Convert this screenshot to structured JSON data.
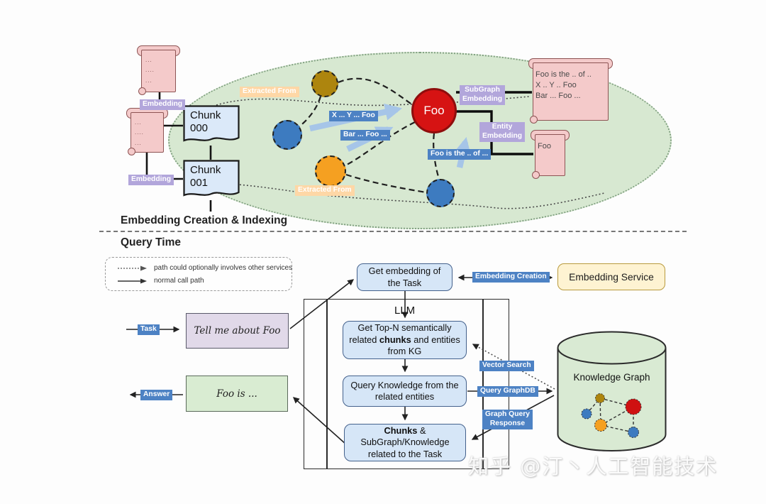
{
  "section_top": {
    "heading": "Embedding Creation & Indexing",
    "source_doc_1_lines": "...\n....\n...",
    "source_doc_2_lines": "...\n....\n...",
    "embedding_label_1": "Embedding",
    "embedding_label_2": "Embedding",
    "chunk_1": "Chunk\n000",
    "chunk_2": "Chunk\n001",
    "extracted_from_1": "Extracted From",
    "extracted_from_2": "Extracted From",
    "edge_label_1": "X ... Y ... Foo",
    "edge_label_2": "Bar ... Foo ...",
    "edge_label_3": "Foo is the .. of ...",
    "foo_node": "Foo",
    "subgraph_embedding": "SubGraph\nEmbedding",
    "entity_embedding": "Entity\nEmbedding",
    "result_doc_1": "Foo is the .. of ..\nX .. Y .. Foo\nBar ... Foo ...",
    "result_doc_2": "Foo"
  },
  "section_query": {
    "heading": "Query Time",
    "legend": {
      "optional_path": "path could optionally involves other services",
      "normal_path": "normal call path"
    },
    "task_label": "Task",
    "task_text": "Tell me about Foo",
    "answer_label": "Answer",
    "answer_text": "Foo is ...",
    "get_embedding": "Get embedding of the Task",
    "embedding_creation": "Embedding Creation",
    "embedding_service": "Embedding Service",
    "llm": "LLM",
    "step1": {
      "pre": "Get Top-N semantically related ",
      "bold": "chunks",
      "post": " and entities from KG"
    },
    "step2": "Query Knowledge from the related entities",
    "step3": {
      "bold": "Chunks",
      "post": " & SubGraph/Knowledge related to the Task"
    },
    "vector_search": "Vector Search",
    "query_graphdb": "Query GraphDB",
    "graph_query_response": "Graph Query\nResponse",
    "knowledge_graph": "Knowledge Graph"
  },
  "watermark": "知乎 @汀丶人工智能技术",
  "colors": {
    "node_red": "#d61313",
    "node_blue": "#3d7bc0",
    "node_orange": "#f5a021",
    "node_olive": "#ad850e",
    "label_blue": "#4d82c4",
    "label_purple": "#b2a6db",
    "label_orange": "#fed7a6",
    "box_blue": "#d6e6f7",
    "box_green": "#d9ecd2",
    "box_lavender": "#e1d9e9",
    "box_cream": "#fef3d2",
    "doc_pink": "#f4caca",
    "ellipse_green": "#d7e8d1"
  }
}
